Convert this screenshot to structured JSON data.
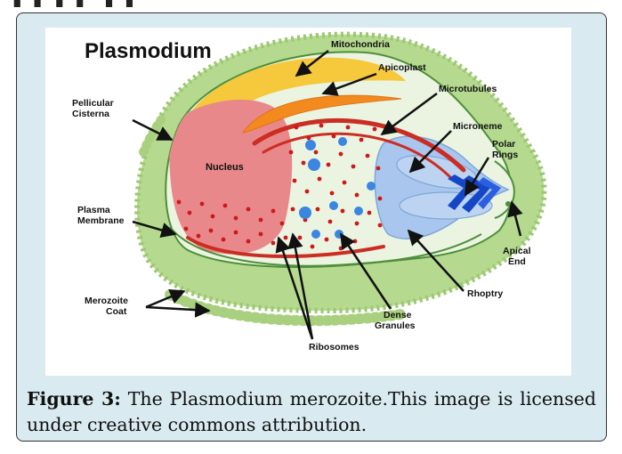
{
  "figure": {
    "title": "Plasmodium",
    "labels": {
      "mitochondria": "Mitochondria",
      "apicoplast": "Apicoplast",
      "microtubules": "Microtubules",
      "pellicular_1": "Pellicular",
      "pellicular_2": "Cisterna",
      "microneme": "Microneme",
      "polar_1": "Polar",
      "polar_2": "Rings",
      "nucleus": "Nucleus",
      "plasma_1": "Plasma",
      "plasma_2": "Membrane",
      "apical_1": "Apical",
      "apical_2": "End",
      "merozoite_1": "Merozoite",
      "merozoite_2": "Coat",
      "rhoptry": "Rhoptry",
      "dense_1": "Dense",
      "dense_2": "Granules",
      "ribosomes": "Ribosomes"
    }
  },
  "caption": {
    "label": "Figure 3:",
    "text": " The Plasmodium merozoite.This image is licensed under creative commons attribution."
  },
  "colors": {
    "panel_bg": "#d9eaf1",
    "coat": "#b5d98e",
    "cytoplasm": "#eaf4e1",
    "nucleus": "#e8888a",
    "mitochondria": "#f6c83c",
    "apicoplast": "#f28a1e",
    "microtubules": "#cc2d22",
    "ribosome": "#cc1a1a",
    "dense_granule": "#3a86e0",
    "rhoptry": "#a9c6ee",
    "polar_rings": "#1646c8"
  }
}
